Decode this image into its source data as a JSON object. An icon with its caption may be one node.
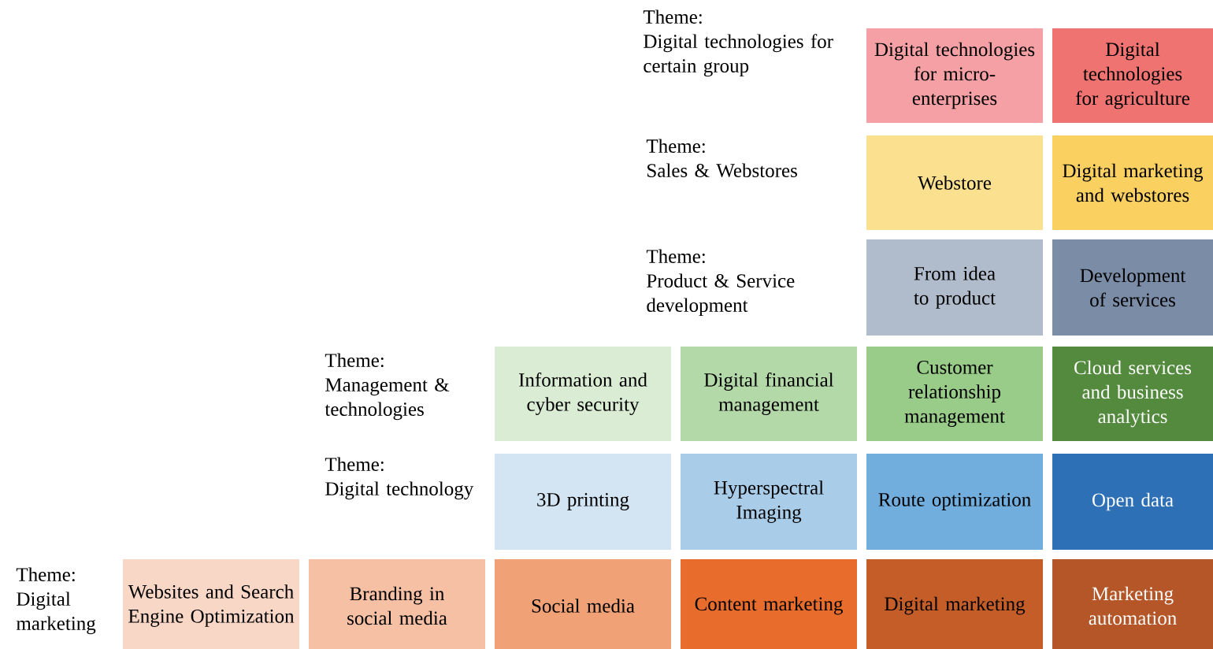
{
  "diagram": {
    "nodes": [
      {
        "text": [
          "Digital technologies for micro-enterprises"
        ]
      },
      {
        "text": [
          "Digital technologies for agriculture"
        ]
      },
      {
        "text": [
          "Webstore"
        ]
      },
      {
        "text": [
          "Digital marketing and webstores"
        ]
      },
      {
        "text": [
          "From idea to product"
        ]
      },
      {
        "text": [
          "Development of services"
        ]
      },
      {
        "text": [
          "Information and cyber security"
        ]
      },
      {
        "text": [
          "Digital financial management"
        ]
      },
      {
        "text": [
          "Customer relationship management"
        ]
      },
      {
        "text": [
          "Cloud services and business analytics"
        ]
      },
      {
        "text": [
          "3D printing"
        ]
      },
      {
        "text": [
          "Hyperspectral Imaging"
        ]
      },
      {
        "text": [
          "Route optimization"
        ]
      },
      {
        "text": [
          "Open data"
        ]
      },
      {
        "text": [
          "Websites and Search Engine Optimization"
        ]
      },
      {
        "text": [
          "Branding in social media"
        ]
      },
      {
        "text": [
          "Social media"
        ]
      },
      {
        "text": [
          "Content marketing"
        ]
      },
      {
        "text": [
          "Digital marketing"
        ]
      },
      {
        "text": [
          "Marketing automation"
        ]
      }
    ],
    "labels": [
      "Theme:",
      "Digital technologies for certain group",
      "Theme:",
      "Sales & Webstores",
      "Theme:",
      "Product & Service development",
      "Theme:",
      "Management & technologies",
      "Theme:",
      "Digital technology",
      "Theme:",
      "Digital marketing"
    ]
  }
}
